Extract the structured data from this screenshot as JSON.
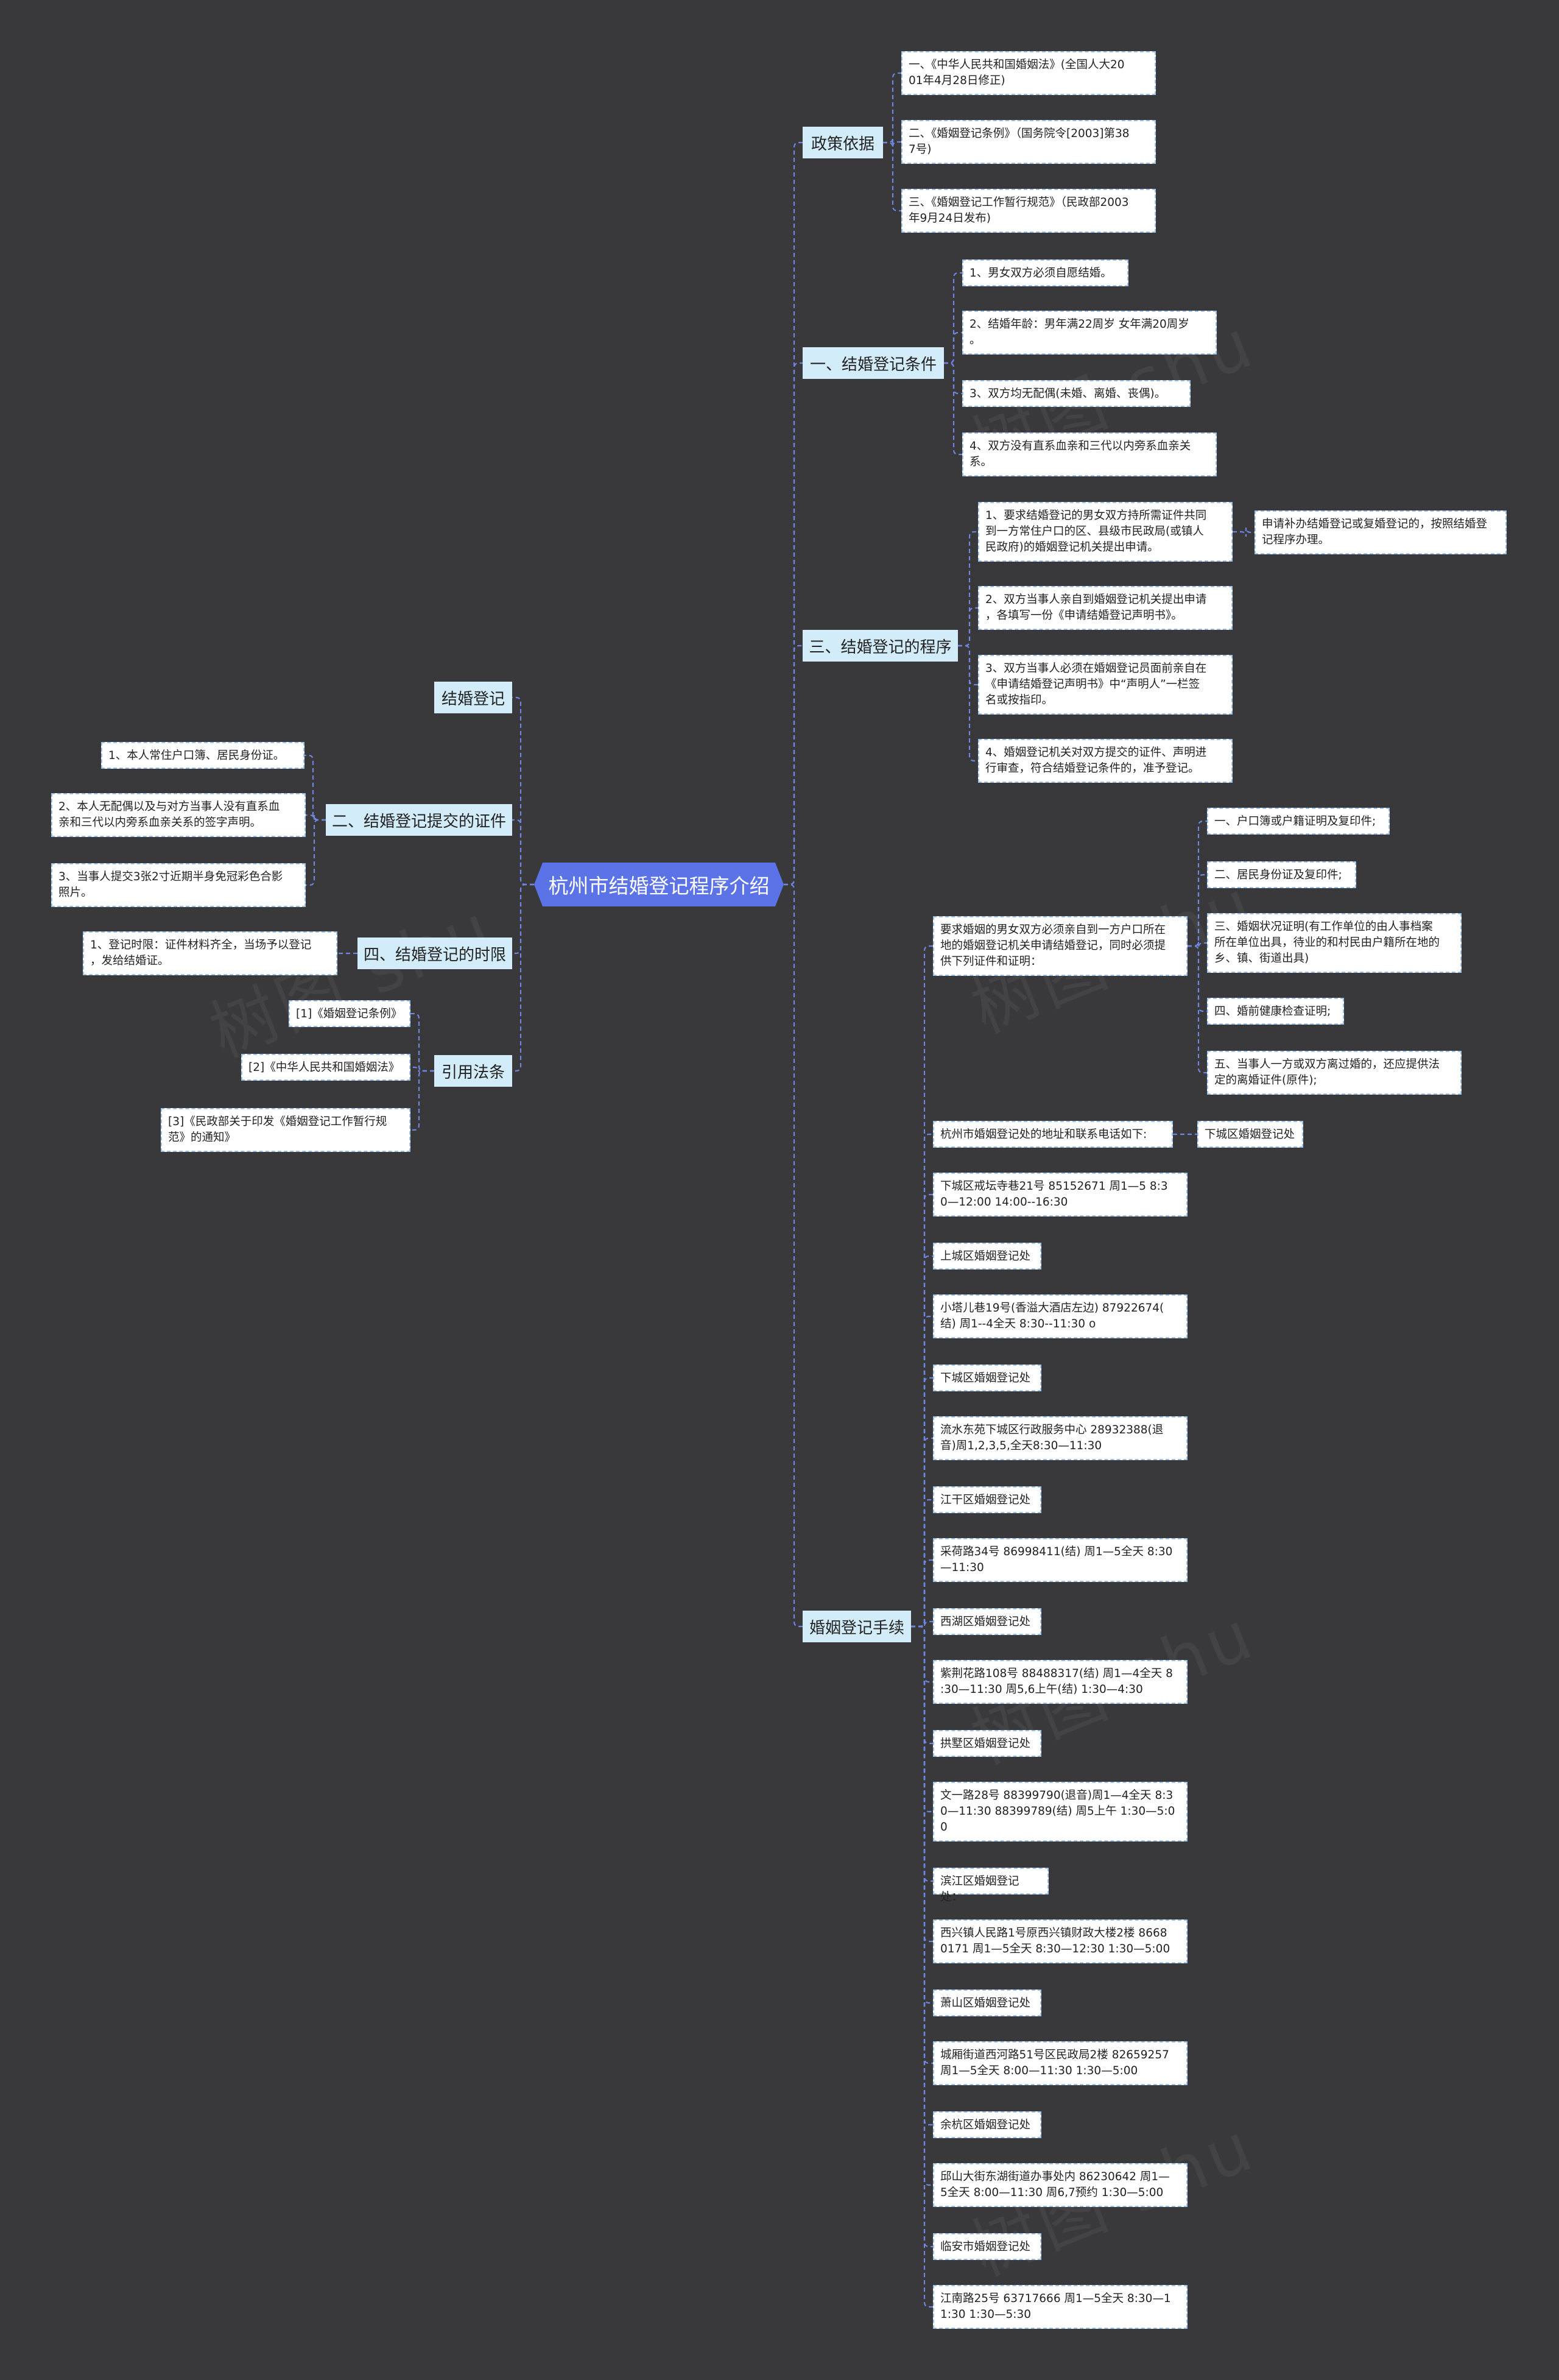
{
  "root": "杭州市结婚登记程序介绍",
  "branches": {
    "policy": "政策依据",
    "conditions": "一、结婚登记条件",
    "procedure": "三、结婚登记的程序",
    "procedures_docs": "婚姻登记手续",
    "marriage_reg": "结婚登记",
    "documents": "二、结婚登记提交的证件",
    "time_limit": "四、结婚登记的时限",
    "citations": "引用法条"
  },
  "leaves": {
    "policy_1": "一、《中华人民共和国婚姻法》(全国人大20\n01年4月28日修正)",
    "policy_2": "二、《婚姻登记条例》（国务院令[2003]第38\n7号)",
    "policy_3": "三、《婚姻登记工作暂行规范》（民政部2003\n年9月24日发布)",
    "cond_1": "1、男女双方必须自愿结婚。",
    "cond_2": "2、结婚年龄：男年满22周岁 女年满20周岁\n。",
    "cond_3": "3、双方均无配偶(未婚、离婚、丧偶)。",
    "cond_4": "4、双方没有直系血亲和三代以内旁系血亲关\n系。",
    "proc_1": "1、要求结婚登记的男女双方持所需证件共同\n到一方常住户口的区、县级市民政局(或镇人\n民政府)的婚姻登记机关提出申请。",
    "proc_1_note": "申请补办结婚登记或复婚登记的，按照结婚登\n记程序办理。",
    "proc_2": "2、双方当事人亲自到婚姻登记机关提出申请\n，各填写一份《申请结婚登记声明书》。",
    "proc_3": "3、双方当事人必须在婚姻登记员面前亲自在\n《申请结婚登记声明书》中“声明人”一栏签\n名或按指印。",
    "proc_4": "4、婚姻登记机关对双方提交的证件、声明进\n行审查，符合结婚登记条件的，准予登记。",
    "hand_intro": "要求婚姻的男女双方必须亲自到一方户口所在\n地的婚姻登记机关申请结婚登记，同时必须提\n供下列证件和证明：",
    "hand_d1": "一、户口簿或户籍证明及复印件;",
    "hand_d2": "二、居民身份证及复印件;",
    "hand_d3": "三、婚姻状况证明(有工作单位的由人事档案\n所在单位出具，待业的和村民由户籍所在地的\n乡、镇、街道出具)",
    "hand_d4": "四、婚前健康检查证明;",
    "hand_d5": "五、当事人一方或双方离过婚的，还应提供法\n定的离婚证件(原件);",
    "addr_title": "杭州市婚姻登记处的地址和联系电话如下:",
    "addr_sub": "下城区婚姻登记处",
    "a1": "下城区戒坛寺巷21号 85152671 周1—5 8:3\n0—12:00 14:00--16:30",
    "a2": "上城区婚姻登记处",
    "a3": "小塔儿巷19号(香溢大酒店左边) 87922674(\n结) 周1--4全天 8:30--11:30 o",
    "a4": "下城区婚姻登记处",
    "a5": "流水东苑下城区行政服务中心 28932388(退\n音)周1,2,3,5,全天8:30—11:30",
    "a6": "江干区婚姻登记处",
    "a7": "采荷路34号 86998411(结) 周1—5全天 8:30\n—11:30",
    "a8": "西湖区婚姻登记处",
    "a9": "紫荆花路108号 88488317(结) 周1—4全天 8\n:30—11:30 周5,6上午(结) 1:30—4:30",
    "a10": "拱墅区婚姻登记处",
    "a11": "文一路28号 88399790(退音)周1—4全天 8:3\n0—11:30 88399789(结) 周5上午 1:30—5:0\n0",
    "a12": "滨江区婚姻登记处：",
    "a13": "西兴镇人民路1号原西兴镇财政大楼2楼 8668\n0171 周1—5全天 8:30—12:30 1:30—5:00",
    "a14": "萧山区婚姻登记处",
    "a15": "城厢街道西河路51号区民政局2楼 82659257\n 周1—5全天 8:00—11:30 1:30—5:00",
    "a16": "余杭区婚姻登记处",
    "a17": "邱山大街东湖街道办事处内 86230642 周1—\n5全天 8:00—11:30 周6,7预约 1:30—5:00",
    "a18": "临安市婚姻登记处",
    "a19": "江南路25号 63717666 周1—5全天 8:30—1\n1:30 1:30—5:30",
    "doc_1": "1、本人常住户口簿、居民身份证。",
    "doc_2": "2、本人无配偶以及与对方当事人没有直系血\n亲和三代以内旁系血亲关系的签字声明。",
    "doc_3": "3、当事人提交3张2寸近期半身免冠彩色合影\n照片。",
    "time_1": "1、登记时限：证件材料齐全，当场予以登记\n，发给结婚证。",
    "cite_1": "[1]《婚姻登记条例》",
    "cite_2": "[2]《中华人民共和国婚姻法》",
    "cite_3": "[3]《民政部关于印发《婚姻登记工作暂行规\n范》的通知》"
  },
  "colors": {
    "background": "#39383b",
    "root_fill": "#5b73e6",
    "branch_fill": "#d3ecf9",
    "leaf_fill": "#ffffff",
    "leaf_border": "#9dc3e8",
    "connector": "#6f86e0"
  }
}
